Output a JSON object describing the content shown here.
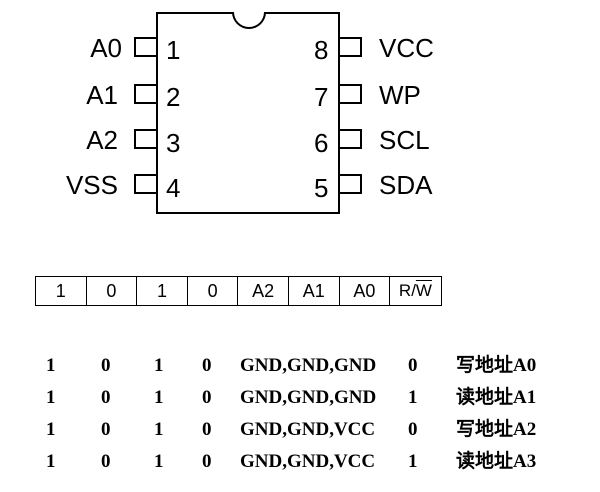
{
  "chip": {
    "left_pins": [
      {
        "name": "A0",
        "number": "1"
      },
      {
        "name": "A1",
        "number": "2"
      },
      {
        "name": "A2",
        "number": "3"
      },
      {
        "name": "VSS",
        "number": "4"
      }
    ],
    "right_pins": [
      {
        "name": "VCC",
        "number": "8"
      },
      {
        "name": "WP",
        "number": "7"
      },
      {
        "name": "SCL",
        "number": "6"
      },
      {
        "name": "SDA",
        "number": "5"
      }
    ]
  },
  "address_byte": {
    "bits": [
      "1",
      "0",
      "1",
      "0",
      "A2",
      "A1",
      "A0"
    ],
    "rw_prefix": "R/",
    "rw_overline": "W"
  },
  "address_table": {
    "rows": [
      {
        "b7": "1",
        "b6": "0",
        "b5": "1",
        "b4": "0",
        "pins": "GND,GND,GND",
        "rw": "0",
        "desc": "写地址A0"
      },
      {
        "b7": "1",
        "b6": "0",
        "b5": "1",
        "b4": "0",
        "pins": "GND,GND,GND",
        "rw": "1",
        "desc": "读地址A1"
      },
      {
        "b7": "1",
        "b6": "0",
        "b5": "1",
        "b4": "0",
        "pins": "GND,GND,VCC",
        "rw": "0",
        "desc": "写地址A2"
      },
      {
        "b7": "1",
        "b6": "0",
        "b5": "1",
        "b4": "0",
        "pins": "GND,GND,VCC",
        "rw": "1",
        "desc": "读地址A3"
      }
    ]
  }
}
